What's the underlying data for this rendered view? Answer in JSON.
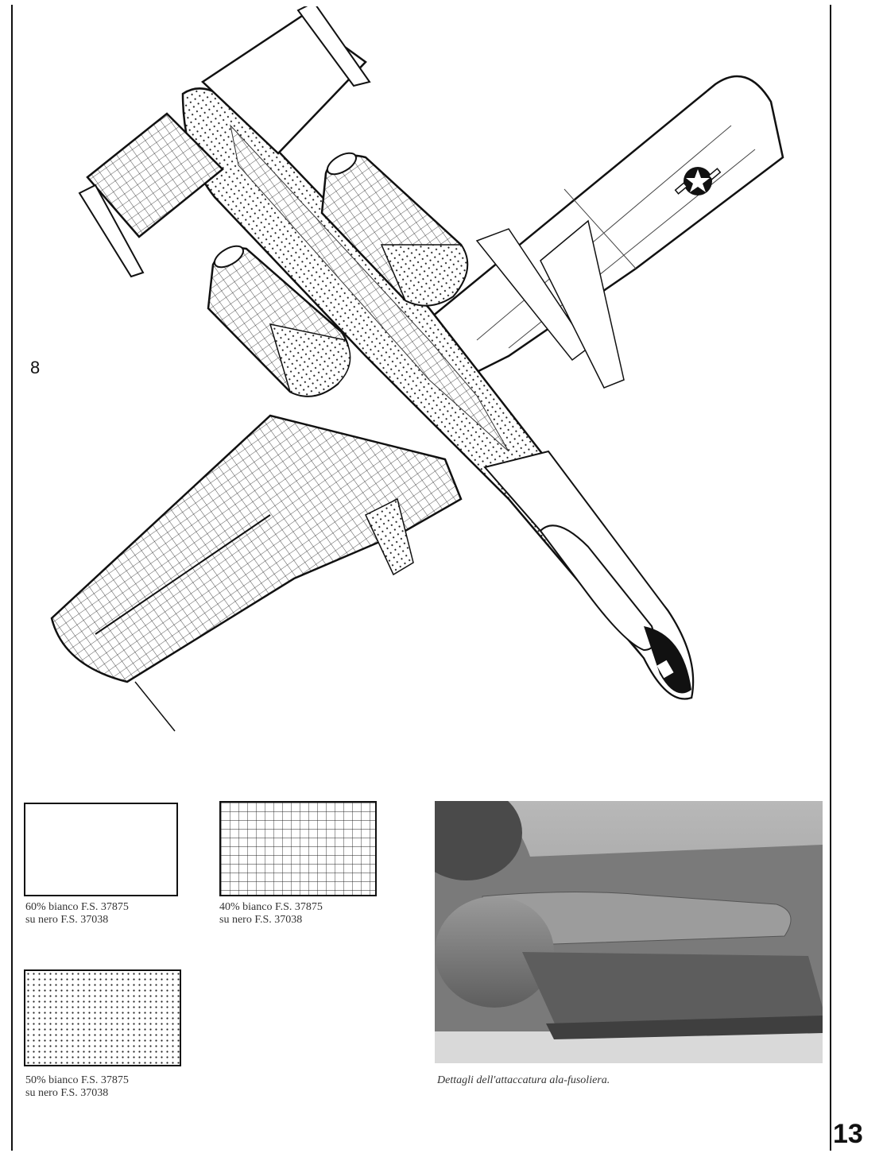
{
  "page": {
    "page_number": "13",
    "plate_number": "8"
  },
  "legend": [
    {
      "line1": "60% bianco F.S. 37875",
      "line2": "su nero F.S. 37038",
      "pattern": "plain"
    },
    {
      "line1": "40% bianco F.S. 37875",
      "line2": "su nero F.S. 37038",
      "pattern": "grid"
    },
    {
      "line1": "50% bianco F.S. 37875",
      "line2": "su nero F.S. 37038",
      "pattern": "dots"
    }
  ],
  "photo": {
    "caption": "Dettagli dell'attaccatura ala-fusoliera."
  },
  "drawing": {
    "subject": "aircraft plan view with camouflage pattern"
  },
  "colors": {
    "ink": "#111111",
    "paper": "#ffffff",
    "photo_tone": "#8a8a8a"
  }
}
